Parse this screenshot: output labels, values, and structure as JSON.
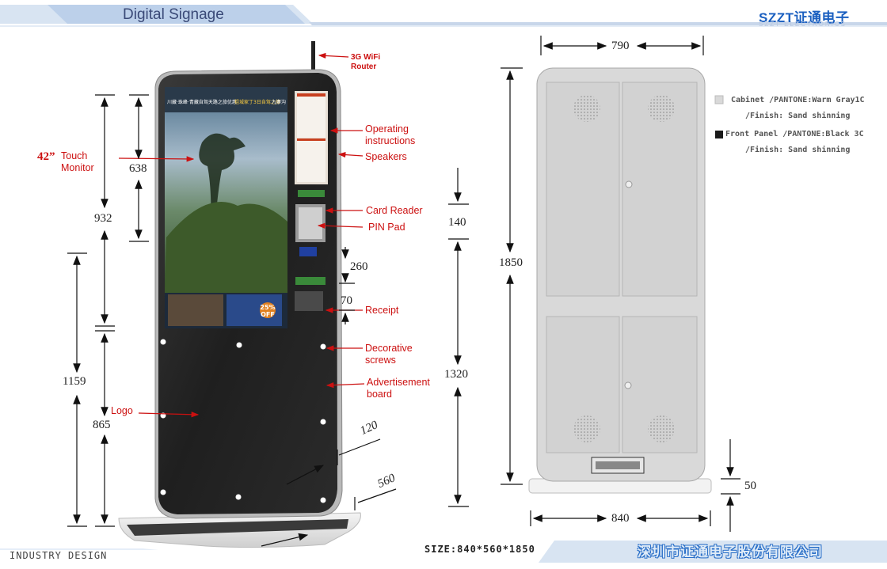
{
  "header": {
    "title": "Digital Signage",
    "brand": "SZZT证通电子",
    "brand_sub": "SZZT ELECTRONICS"
  },
  "labels": {
    "wifi": "3G WiFi\nRouter",
    "touch_size": "42”",
    "touch": "Touch\nMonitor",
    "operating": "Operating\ninstructions",
    "speakers": "Speakers",
    "card_reader": "Card Reader",
    "pin_pad": "PIN Pad",
    "receipt": "Receipt",
    "screws": "Decorative\nscrews",
    "ad_board": "Advertisement\nboard",
    "logo": "Logo"
  },
  "dimensions": {
    "d638": "638",
    "d932": "932",
    "d1159": "1159",
    "d865": "865",
    "d140": "140",
    "d260": "260",
    "d70": "70",
    "d1320": "1320",
    "d120": "120",
    "d560": "560",
    "d790": "790",
    "d1850": "1850",
    "d840": "840",
    "d50": "50"
  },
  "specs": {
    "cabinet_line1": "Cabinet /PANTONE:Warm Gray1C",
    "cabinet_line2": "/Finish: Sand shinning",
    "front_line1": "Front Panel /PANTONE:Black 3C",
    "front_line2": "/Finish: Sand shinning"
  },
  "screen": {
    "top_text": "川藏·珠峰·青藏自驾天路之旅优惠",
    "top_text2": "祖城家丁3日自驾之旅",
    "top_text3": "九寨沟",
    "ad_badge": "25%\nOFF"
  },
  "footer": {
    "left": "INDUSTRY DESIGN",
    "center": "SIZE:840*560*1850",
    "right": "深圳市证通电子股份有限公司"
  },
  "colors": {
    "label_red": "#cc1010",
    "header_blue": "#1a5fc0",
    "cabinet_gray": "#d9d9d9",
    "front_black": "#1a1a1a"
  }
}
